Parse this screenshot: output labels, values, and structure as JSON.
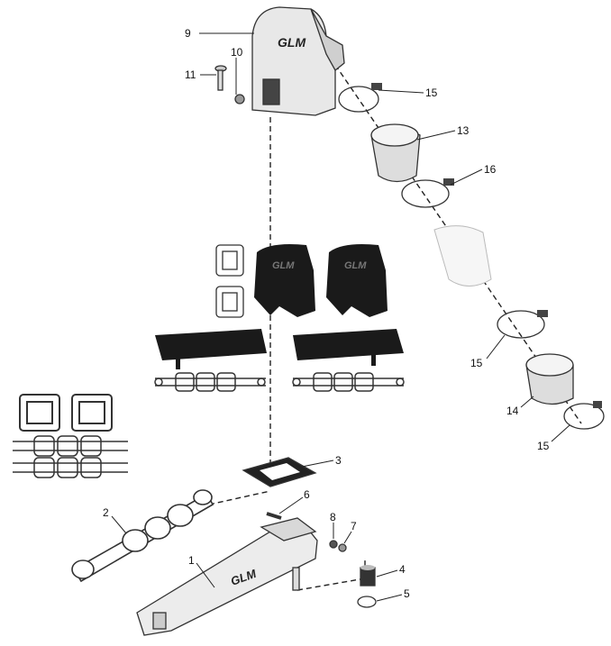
{
  "diagram": {
    "brand_logo": "GLM",
    "callouts": {
      "riser": "9",
      "plug": "10",
      "bolt": "11",
      "clamp_top": "15",
      "bellows_top": "13",
      "clamp_mid": "16",
      "clamp_lower": "15",
      "bellows_lower": "14",
      "clamp_bottom": "15",
      "riser_gasket": "3",
      "stud": "6",
      "manifold_gasket": "2",
      "nut": "8",
      "washer": "7",
      "manifold": "1",
      "hose_fitting": "4",
      "hose_clamp": "5"
    },
    "colors": {
      "part_dark": "#1a1a1a",
      "part_light": "#e6e6e6",
      "line": "#222222"
    }
  }
}
